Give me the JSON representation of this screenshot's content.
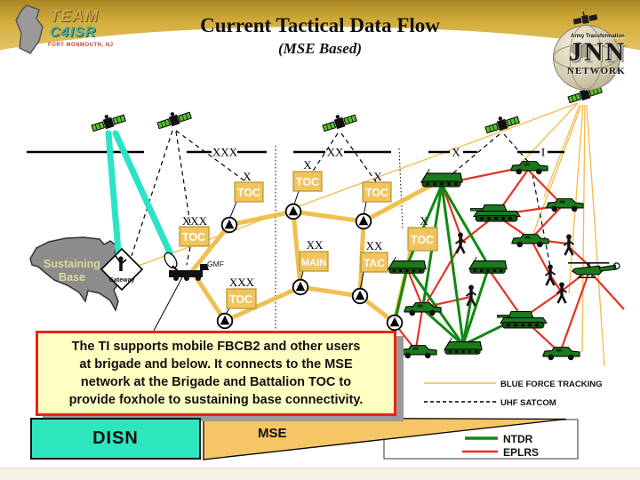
{
  "header": {
    "title": "Current Tactical Data Flow",
    "subtitle": "(MSE Based)",
    "logo_left": {
      "team": "TEAM",
      "c4isr": "C4ISR",
      "location": "FORT MONMOUTH, NJ"
    },
    "logo_right": {
      "tagline": "Army Transformation",
      "jnn": "JNN",
      "network": "NETWORK"
    }
  },
  "diagram": {
    "sustaining_base_line1": "Sustaining",
    "sustaining_base_line2": "Base",
    "gateway": "Gateway",
    "gmf": "GMF",
    "labels": {
      "toc": "TOC",
      "main": "MAIN",
      "tac": "TAC"
    },
    "echelons": {
      "corps": "XXX",
      "division": "XX",
      "brigade": "X",
      "battalion": "I"
    }
  },
  "callout": {
    "line1": "The TI supports mobile FBCB2 and other users",
    "line2": "at brigade and below.  It connects to the MSE",
    "line3": "network at the Brigade and Battalion TOC to",
    "line4": "provide foxhole to sustaining base connectivity."
  },
  "legend": {
    "bft": "BLUE FORCE TRACKING",
    "uhf": "UHF SATCOM",
    "ntdr": "NTDR",
    "eplrs": "EPLRS"
  },
  "bottom": {
    "disn": "DISN",
    "mse": "MSE"
  },
  "colors": {
    "header_gold": "#CDA63A",
    "toc_fill": "#F2C45E",
    "mse_line": "#EFC050",
    "bft_line": "#F5B94A",
    "uhf_dash": "#000000",
    "ntdr_green": "#128712",
    "eplrs_red": "#E23324",
    "disn_cyan": "#2EE6BE",
    "satcom_cyan": "#2BE3C6",
    "callout_bg": "#FFFFC2",
    "callout_border": "#EE2211",
    "map_gray": "#8C8C8C"
  }
}
